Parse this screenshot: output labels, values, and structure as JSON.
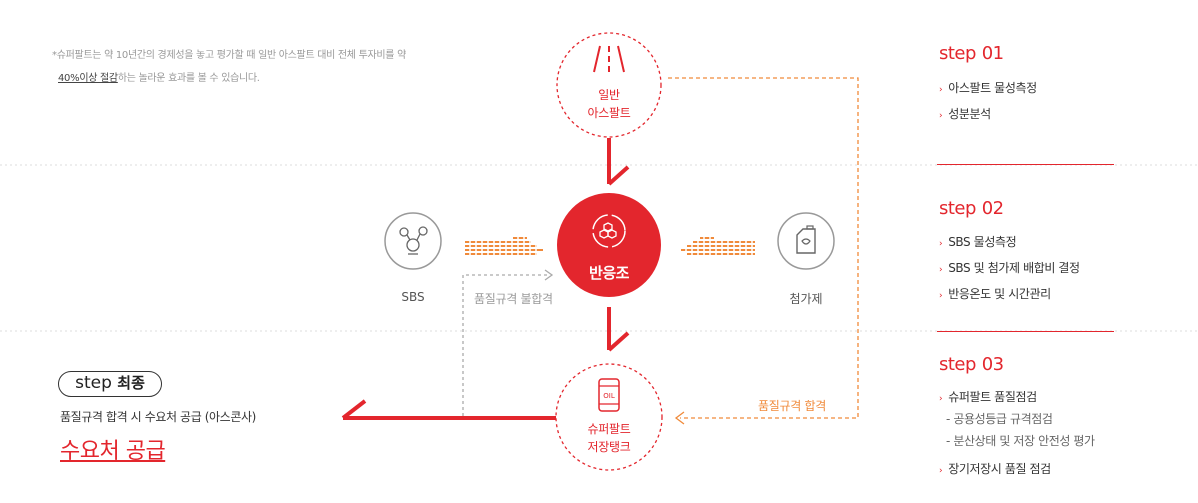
{
  "note": {
    "line1": "*슈퍼팔트는 약 10년간의 경제성을 놓고 평가할 때 일반 아스팔트 대비 전체 투자비를 약",
    "highlight": "40%이상 절감",
    "line2_rest": "하는 놀라운 효과를 볼 수 있습니다."
  },
  "nodes": {
    "asphalt": {
      "line1": "일반",
      "line2": "아스팔트",
      "icon": "road-icon"
    },
    "reactor": {
      "label": "반응조",
      "icon": "molecule-icon"
    },
    "sbs": {
      "label": "SBS",
      "icon": "polymer-icon"
    },
    "additive": {
      "label": "첨가제",
      "icon": "jerrycan-icon"
    },
    "tank": {
      "line1": "슈퍼팔트",
      "line2": "저장탱크",
      "icon": "oil-barrel-icon",
      "icon_text": "OIL"
    }
  },
  "flow_labels": {
    "fail": "품질규격 불합격",
    "pass": "품질규격 합격"
  },
  "steps": [
    {
      "title_word": "step",
      "title_num": "01",
      "items": [
        "아스팔트 물성측정",
        "성분분석"
      ]
    },
    {
      "title_word": "step",
      "title_num": "02",
      "items": [
        "SBS 물성측정",
        "SBS 및 첨가제 배합비 결정",
        "반응온도 및 시간관리"
      ]
    },
    {
      "title_word": "step",
      "title_num": "03",
      "items": [
        "슈퍼팔트 품질점검",
        "장기저장시 품질 점검"
      ],
      "subitems": [
        "- 공용성등급 규격점검",
        "- 분산상태 및 저장 안전성 평가"
      ]
    }
  ],
  "final": {
    "badge_word": "step",
    "badge_bold": "최종",
    "desc": "품질규격 합격 시 수요처 공급 (아스콘사)",
    "big": "수요처 공급"
  },
  "colors": {
    "accent": "#e3262d",
    "orange": "#f08a3a",
    "gray": "#999999"
  }
}
